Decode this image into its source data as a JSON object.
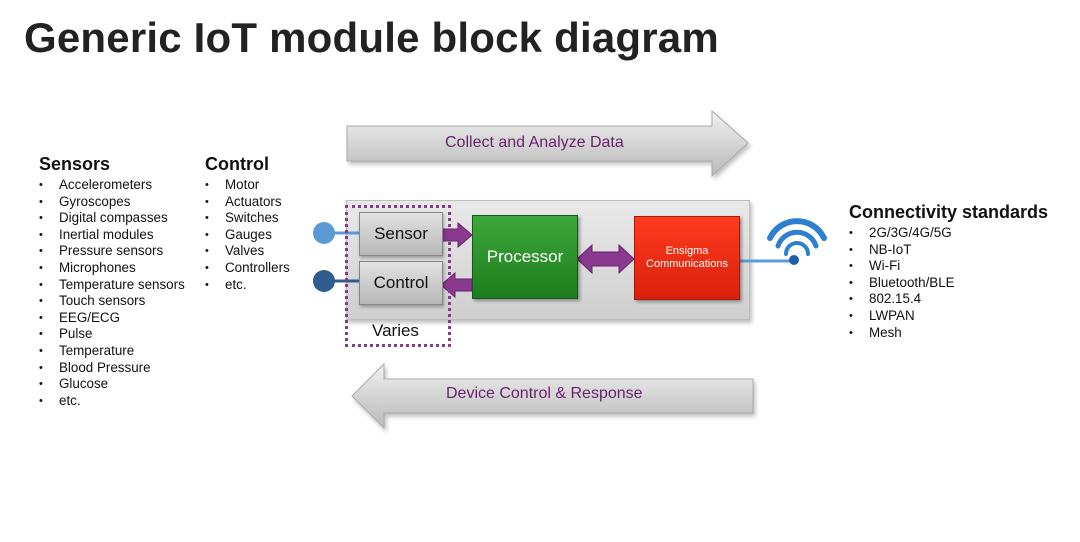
{
  "title": "Generic IoT module block diagram",
  "sensors": {
    "heading": "Sensors",
    "items": [
      "Accelerometers",
      "Gyroscopes",
      "Digital compasses",
      "Inertial modules",
      "Pressure sensors",
      "Microphones",
      "Temperature sensors",
      "Touch sensors",
      "EEG/ECG",
      "Pulse",
      "Temperature",
      "Blood Pressure",
      "Glucose",
      "etc."
    ]
  },
  "control": {
    "heading": "Control",
    "items": [
      "Motor",
      "Actuators",
      "Switches",
      "Gauges",
      "Valves",
      "Controllers",
      "etc."
    ]
  },
  "connectivity": {
    "heading": "Connectivity standards",
    "items": [
      "2G/3G/4G/5G",
      "NB-IoT",
      "Wi-Fi",
      "Bluetooth/BLE",
      "802.15.4",
      "LWPAN",
      "Mesh"
    ]
  },
  "diagram": {
    "top_arrow_label": "Collect and Analyze Data",
    "bottom_arrow_label": "Device Control & Response",
    "sensor_label": "Sensor",
    "control_label": "Control",
    "processor_label": "Processor",
    "comm_label_line1": "Ensigma",
    "comm_label_line2": "Communications",
    "varies_label": "Varies"
  },
  "colors": {
    "accent_purple": "#8a3a8e",
    "processor_green": "#1f8a1f",
    "comm_red": "#e8261a",
    "wifi_blue": "#2d7fd0",
    "node_light_blue": "#5b9bd5",
    "node_dark_blue": "#2e5d8e"
  },
  "icons": {
    "wifi": "wifi-icon",
    "input_node": "sensor-input-node-icon",
    "output_node": "control-output-node-icon"
  }
}
